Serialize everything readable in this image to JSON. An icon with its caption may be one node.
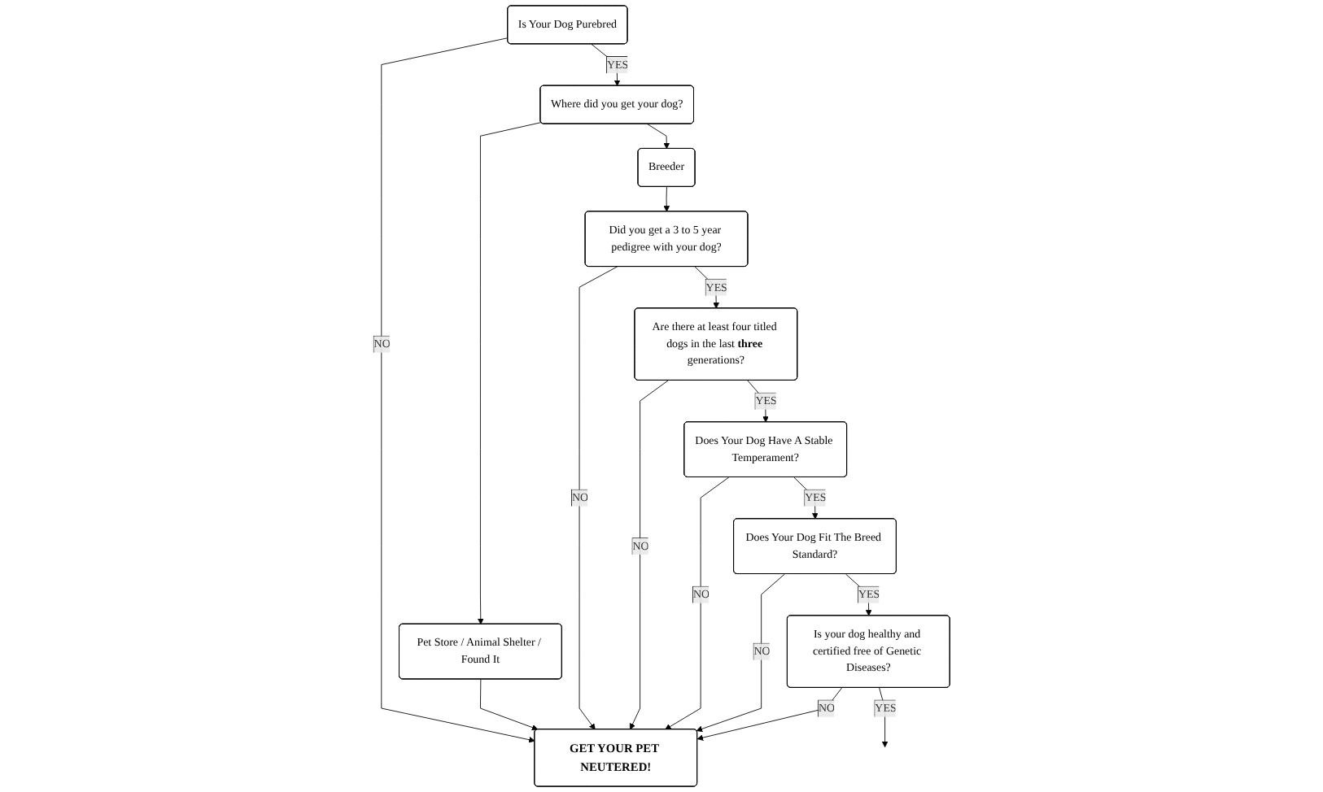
{
  "diagram": {
    "nodes": [
      {
        "text": [
          "Is Your Dog Purebred"
        ]
      },
      {
        "text": [
          "Where did you get your dog?"
        ]
      },
      {
        "text": [
          "Pet Store / Animal Shelter / Found It"
        ]
      },
      {
        "text": [
          "GET YOUR PET NEUTERED!"
        ]
      },
      {
        "text": [
          "Breeder"
        ]
      },
      {
        "text": [
          "Did you get a 3 to 5 year pedigree with your dog?"
        ]
      },
      {
        "text": [
          "Are there at least four titled dogs in the last **three** generations?"
        ]
      },
      {
        "text": [
          "Does Your Dog Have A Stable Temperament?"
        ]
      },
      {
        "text": [
          "Does Your Dog Fit The Breed Standard?"
        ]
      },
      {
        "text": [
          "Is your dog healthy and certified free of Genetic Diseases?"
        ]
      }
    ],
    "edges": [
      {
        "from": 0,
        "to": 1,
        "arrow": "to",
        "label": "YES"
      },
      {
        "from": 0,
        "to": 3,
        "arrow": "to",
        "label": "NO"
      },
      {
        "from": 1,
        "to": 2,
        "arrow": "to"
      },
      {
        "from": 2,
        "to": 3,
        "arrow": "to"
      },
      {
        "from": 1,
        "to": 4,
        "arrow": "to"
      },
      {
        "from": 4,
        "to": 5,
        "arrow": "to"
      },
      {
        "from": 5,
        "to": 3,
        "arrow": "to",
        "label": "NO"
      },
      {
        "from": 5,
        "to": 6,
        "arrow": "to",
        "label": "YES"
      },
      {
        "from": 6,
        "to": 3,
        "arrow": "to",
        "label": "NO"
      },
      {
        "from": 6,
        "to": 7,
        "arrow": "to",
        "label": "YES"
      },
      {
        "from": 7,
        "to": 3,
        "arrow": "to",
        "label": "NO"
      },
      {
        "from": 7,
        "to": 8,
        "arrow": "to",
        "label": "YES"
      },
      {
        "from": 8,
        "to": 3,
        "arrow": "to",
        "label": "NO"
      },
      {
        "from": 8,
        "to": 9,
        "arrow": "to",
        "label": "YES"
      },
      {
        "from": 9,
        "to": 3,
        "arrow": "to",
        "label": "NO"
      },
      {
        "from": 9,
        "to": null,
        "arrow": "to",
        "label": "YES"
      }
    ]
  }
}
